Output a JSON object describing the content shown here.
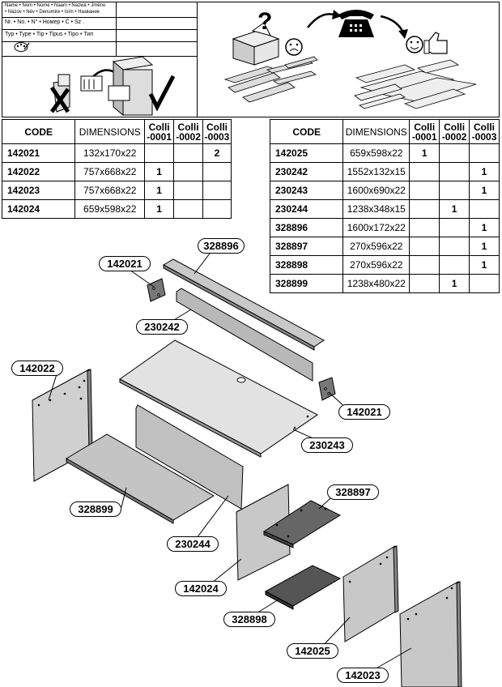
{
  "header": {
    "name_label": "Name • Nom • Nome • Naam • Nazwa • Jméno",
    "name_label2": "• Názov • Név • Denumire • Isim • Название",
    "nr_label": "Nr. • No. • N° • Номер • Č • Sz .",
    "type_label": "Typ • Type • Tip • Tipus • Tipo • Тип"
  },
  "table_left": {
    "headers": {
      "code": "CODE",
      "dim": "DIMENSIONS",
      "c1": "Colli\n-0001",
      "c2": "Colli\n-0002",
      "c3": "Colli\n-0003"
    },
    "rows": [
      {
        "code": "142021",
        "dim": "132x170x22",
        "c1": "",
        "c2": "",
        "c3": "2"
      },
      {
        "code": "142022",
        "dim": "757x668x22",
        "c1": "1",
        "c2": "",
        "c3": ""
      },
      {
        "code": "142023",
        "dim": "757x668x22",
        "c1": "1",
        "c2": "",
        "c3": ""
      },
      {
        "code": "142024",
        "dim": "659x598x22",
        "c1": "1",
        "c2": "",
        "c3": ""
      }
    ]
  },
  "table_right": {
    "headers": {
      "code": "CODE",
      "dim": "DIMENSIONS",
      "c1": "Colli\n-0001",
      "c2": "Colli\n-0002",
      "c3": "Colli\n-0003"
    },
    "rows": [
      {
        "code": "142025",
        "dim": "659x598x22",
        "c1": "1",
        "c2": "",
        "c3": ""
      },
      {
        "code": "230242",
        "dim": "1552x132x15",
        "c1": "",
        "c2": "",
        "c3": "1"
      },
      {
        "code": "230243",
        "dim": "1600x690x22",
        "c1": "",
        "c2": "",
        "c3": "1"
      },
      {
        "code": "230244",
        "dim": "1238x348x15",
        "c1": "",
        "c2": "1",
        "c3": ""
      },
      {
        "code": "328896",
        "dim": "1600x172x22",
        "c1": "",
        "c2": "",
        "c3": "1"
      },
      {
        "code": "328897",
        "dim": "270x596x22",
        "c1": "",
        "c2": "",
        "c3": "1"
      },
      {
        "code": "328898",
        "dim": "270x596x22",
        "c1": "",
        "c2": "",
        "c3": "1"
      },
      {
        "code": "328899",
        "dim": "1238x480x22",
        "c1": "",
        "c2": "1",
        "c3": ""
      }
    ]
  },
  "labels": {
    "l328896": "328896",
    "l142021a": "142021",
    "l230242": "230242",
    "l142022": "142022",
    "l142021b": "142021",
    "l230243": "230243",
    "l328899": "328899",
    "l328897": "328897",
    "l230244": "230244",
    "l142024": "142024",
    "l328898": "328898",
    "l142025": "142025",
    "l142023": "142023"
  },
  "icons": [
    "palette-icon",
    "question-icon",
    "sad-face-icon",
    "telephone-icon",
    "happy-face-icon",
    "thumbs-up-icon",
    "checkmark-icon",
    "cross-icon"
  ]
}
